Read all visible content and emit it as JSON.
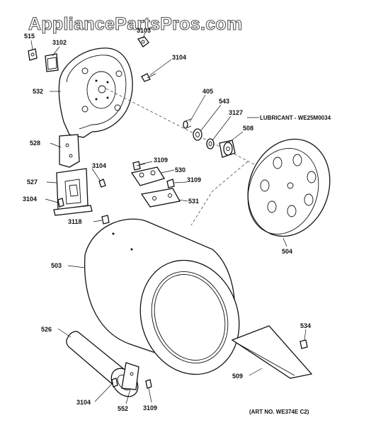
{
  "watermark": "AppliancePartsPros.com",
  "art_number": "(ART NO. WE374E C2)",
  "lubricant_note": "LUBRICANT - WE25M0034",
  "callouts": {
    "c515": "515",
    "c3102": "3102",
    "c3103": "3103",
    "c3104_top": "3104",
    "c532": "532",
    "c405": "405",
    "c543": "543",
    "c3127": "3127",
    "c508": "508",
    "c528": "528",
    "c3104_mid": "3104",
    "c3109_a": "3109",
    "c530": "530",
    "c3109_b": "3109",
    "c527": "527",
    "c3104_left": "3104",
    "c531": "531",
    "c3118": "3118",
    "c504": "504",
    "c503": "503",
    "c526": "526",
    "c534": "534",
    "c509": "509",
    "c3104_bottom": "3104",
    "c552": "552",
    "c3109_bottom": "3109"
  }
}
